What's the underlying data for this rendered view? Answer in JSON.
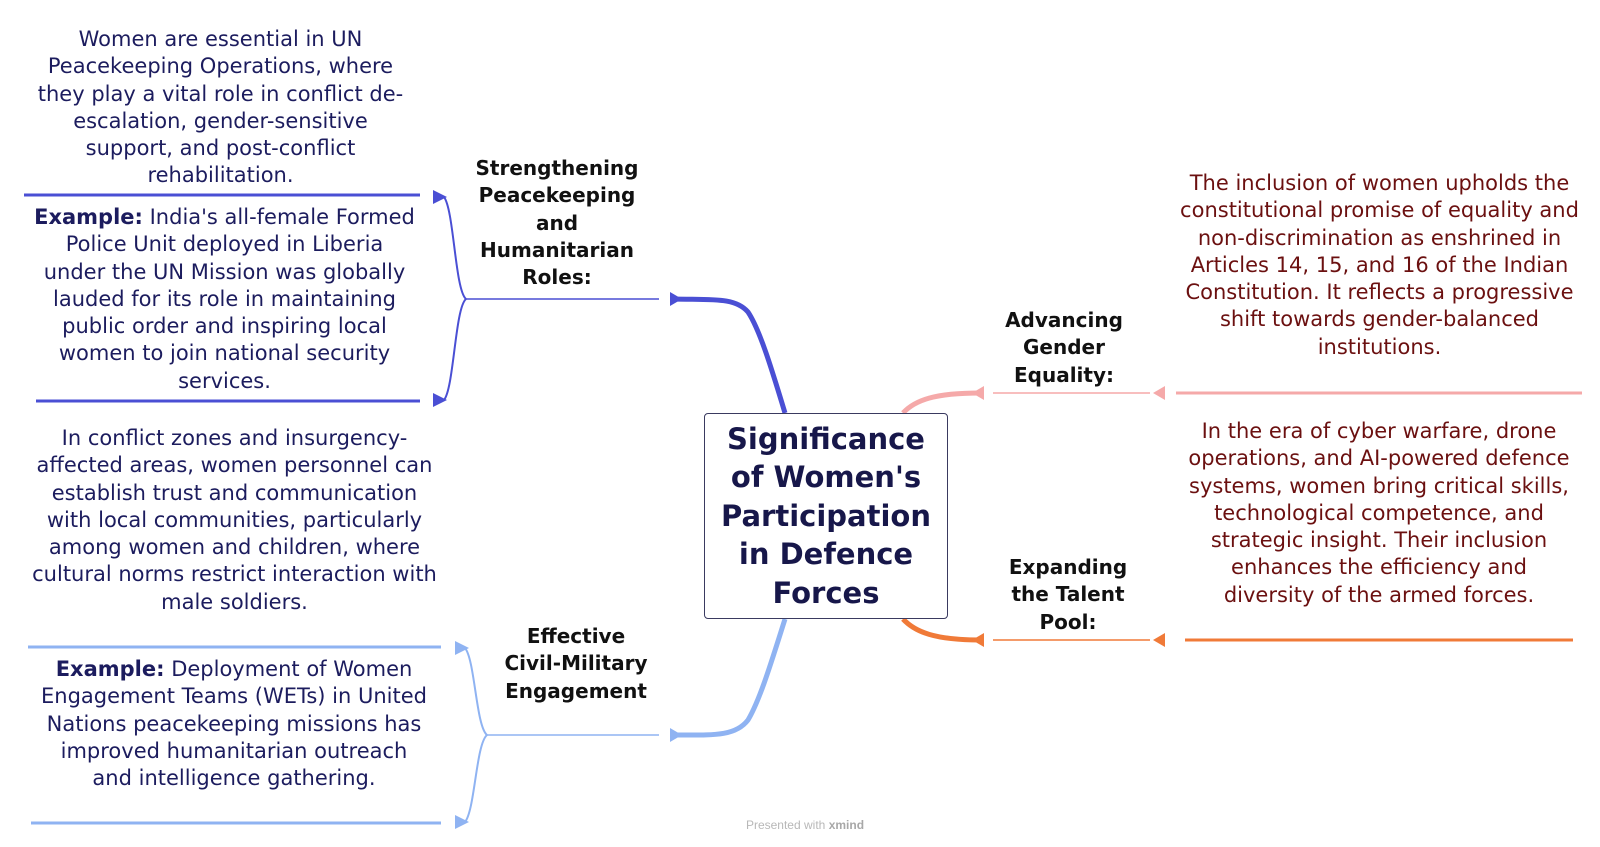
{
  "central_topic": "Significance of Women's Participation in Defence Forces",
  "branches": {
    "peacekeeping": {
      "label": "Strengthening Peacekeeping and Humanitarian Roles:",
      "color": "#4a4fd4",
      "detail": "Women are essential in UN Peacekeeping Operations, where they play a vital role in conflict de-escalation, gender-sensitive support, and post-conflict rehabilitation.",
      "example_prefix": "Example:",
      "example_text": " India's all-female Formed Police Unit deployed in Liberia under the UN Mission was globally lauded for its role in maintaining public order and inspiring local women to join national security services."
    },
    "civil_military": {
      "label": "Effective Civil-Military Engagement",
      "color": "#8fb3f2",
      "detail": "In conflict zones and insurgency-affected areas, women personnel can establish trust and communication with local communities, particularly among women and children, where cultural norms restrict interaction with male soldiers.",
      "example_prefix": "Example:",
      "example_text": " Deployment of Women Engagement Teams (WETs) in United Nations peacekeeping missions has improved humanitarian outreach and intelligence gathering."
    },
    "gender_equality": {
      "label": "Advancing Gender Equality:",
      "color": "#f5a9a9",
      "detail": "The inclusion of women upholds the constitutional promise of equality and non-discrimination as enshrined in Articles 14, 15, and 16 of the Indian Constitution. It reflects a progressive shift towards gender-balanced institutions."
    },
    "talent_pool": {
      "label": "Expanding the Talent Pool:",
      "color": "#f07a38",
      "detail": "In the era of cyber warfare, drone operations, and AI-powered defence systems, women bring critical skills, technological competence, and strategic insight. Their inclusion enhances the efficiency and diversity of the armed forces."
    }
  },
  "watermark": {
    "prefix": "Presented with",
    "brand": "xmind"
  }
}
